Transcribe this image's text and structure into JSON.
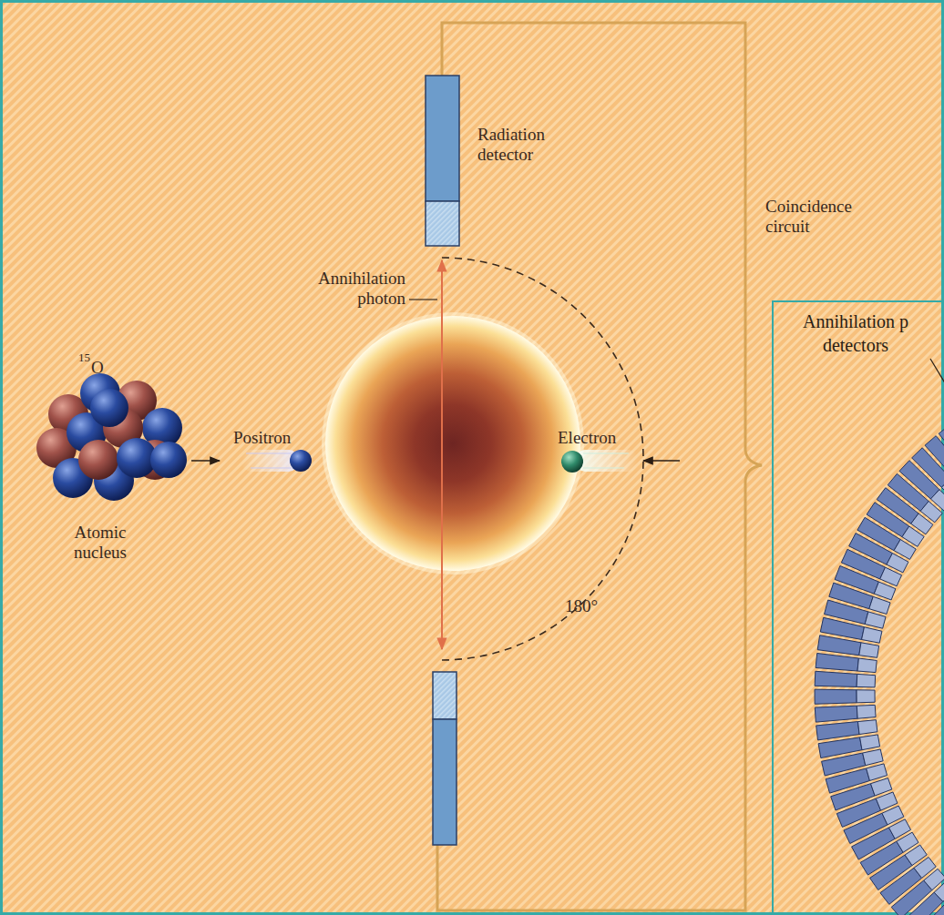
{
  "diagram": {
    "nodes": [
      {
        "text": [
          "Annihilation p detectors"
        ]
      }
    ],
    "labels": [
      "15",
      "O",
      "Atomic nucleus",
      "Positron",
      "Electron",
      "Annihilation photon",
      "Radiation detector",
      "Coincidence circuit",
      "180°"
    ]
  }
}
